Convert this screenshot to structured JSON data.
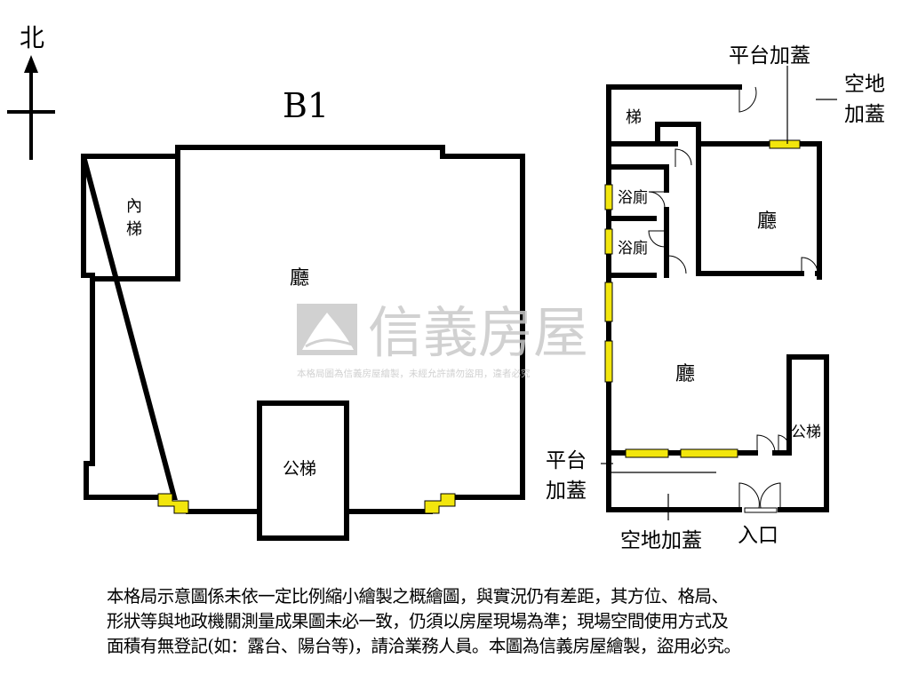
{
  "compass": {
    "north_label": "北"
  },
  "floor_title": "B1",
  "left_plan": {
    "inner_stair": [
      "內",
      "梯"
    ],
    "hall": "廳",
    "public_stair": "公梯"
  },
  "right_plan": {
    "stair": "梯",
    "platform_top": "平台加蓋",
    "open_space_top": [
      "空地",
      "加蓋"
    ],
    "bath_1": "浴廁",
    "bath_2": "浴廁",
    "hall_upper": "廳",
    "hall_lower": "廳",
    "public_stair": "公梯",
    "platform_bottom": [
      "平台",
      "加蓋"
    ],
    "open_space_bottom": "空地加蓋",
    "entrance": "入口"
  },
  "watermark": {
    "brand": "信義房屋",
    "sub": "本格局圖為信義房屋繪製，未經允許請勿盜用，違者必究"
  },
  "disclaimer": [
    "本格局示意圖係未依一定比例縮小繪製之概繪圖，與實況仍有差距，其方位、格局、",
    "形狀等與地政機關測量成果圖未必一致，仍須以房屋現場為準；現場空間使用方式及",
    "面積有無登記(如：露台、陽台等)，請洽業務人員。本圖為信義房屋繪製，盜用必究。"
  ],
  "colors": {
    "window": "#f2e60d",
    "watermark": "#c9c9c9",
    "wall": "#000000"
  }
}
